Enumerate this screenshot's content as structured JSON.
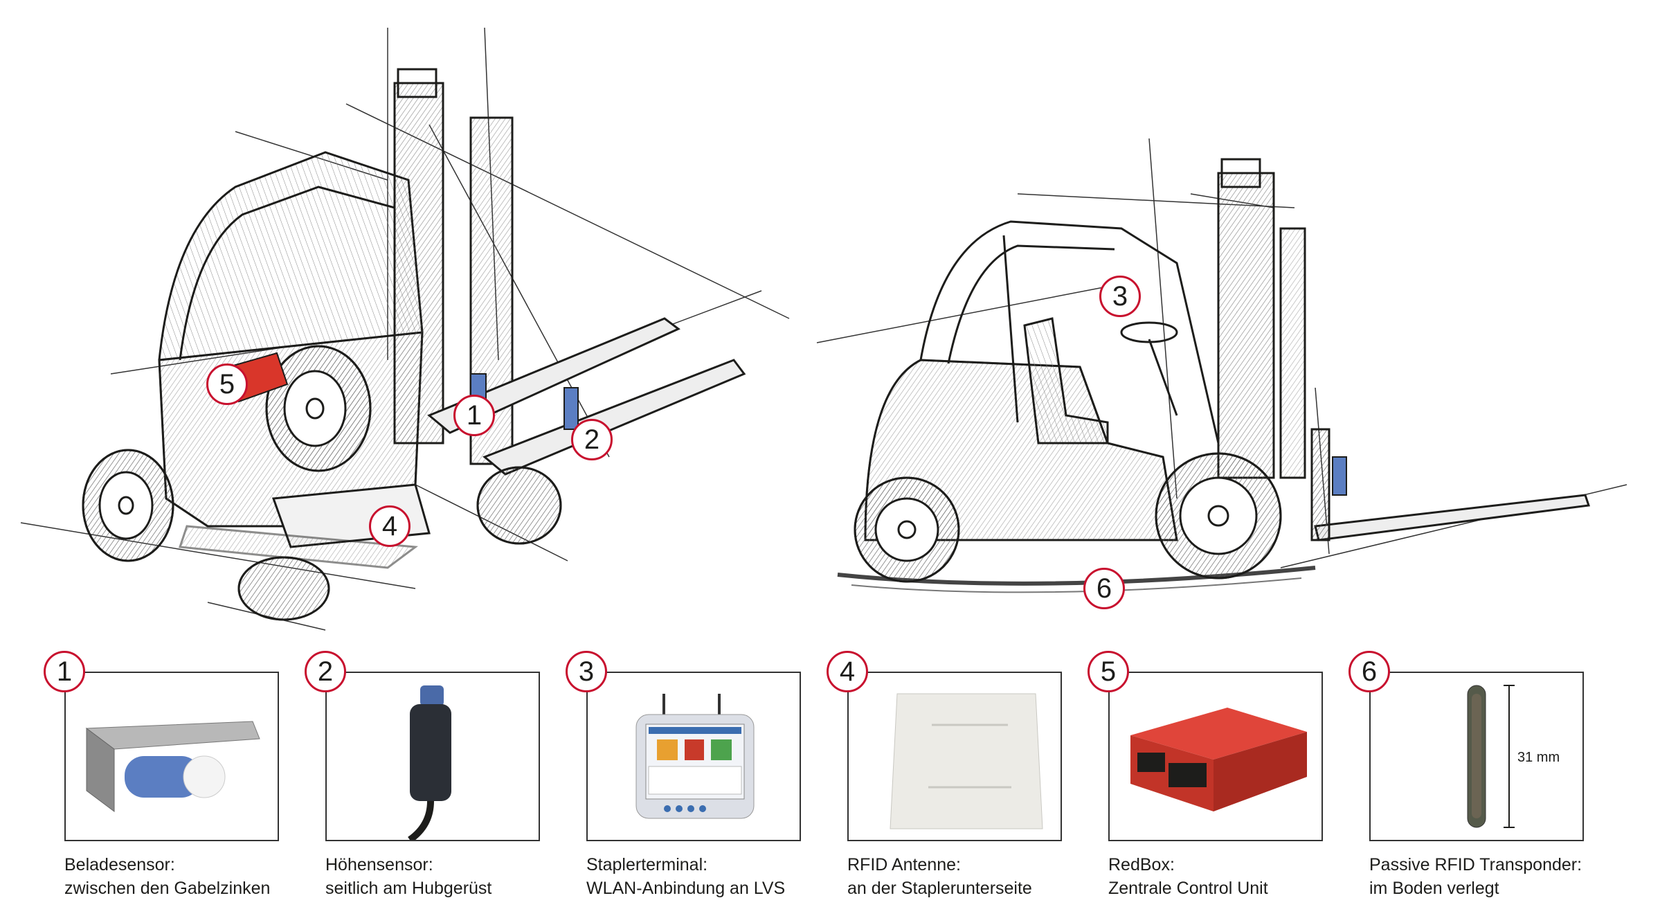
{
  "markers": [
    {
      "number": "1"
    },
    {
      "number": "2"
    },
    {
      "number": "3"
    },
    {
      "number": "4"
    },
    {
      "number": "5"
    },
    {
      "number": "6"
    }
  ],
  "components": [
    {
      "number": "1",
      "title": "Beladesensor:",
      "subtitle": "zwischen den Gabelzinken"
    },
    {
      "number": "2",
      "title": "Höhensensor:",
      "subtitle": "seitlich am Hubgerüst"
    },
    {
      "number": "3",
      "title": "Staplerterminal:",
      "subtitle": "WLAN-Anbindung an LVS"
    },
    {
      "number": "4",
      "title": "RFID Antenne:",
      "subtitle": "an der Staplerunterseite"
    },
    {
      "number": "5",
      "title": "RedBox:",
      "subtitle": "Zentrale Control Unit"
    },
    {
      "number": "6",
      "title": "Passive RFID Transponder:",
      "subtitle": "im Boden verlegt"
    }
  ],
  "transponder_length": "31 mm",
  "colors": {
    "accent": "#c8102e",
    "sensor_blue": "#5b7ec2",
    "redbox": "#d9362a"
  }
}
